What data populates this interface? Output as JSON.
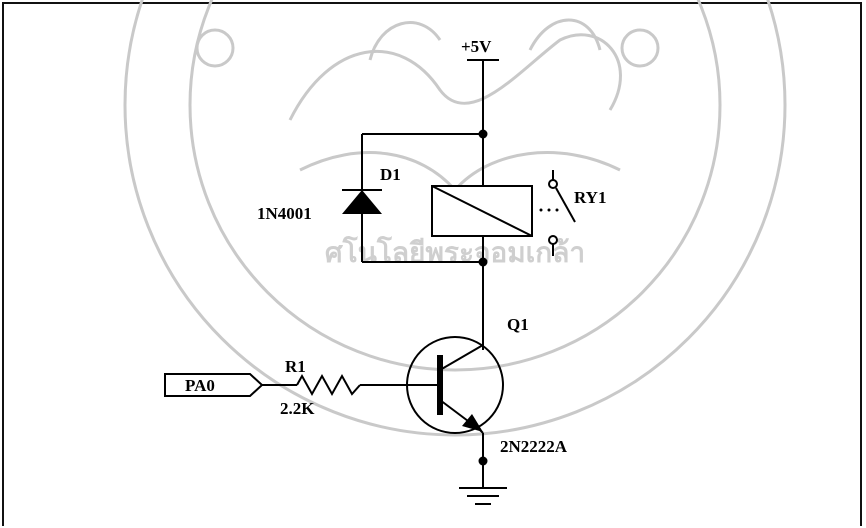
{
  "labels": {
    "supply": "+5V",
    "diode_ref": "D1",
    "diode_part": "1N4001",
    "relay_ref": "RY1",
    "transistor_ref": "Q1",
    "transistor_part": "2N2222A",
    "resistor_ref": "R1",
    "resistor_value": "2.2K",
    "input_port": "PA0"
  },
  "watermark": {
    "text": "ศโนโลยีพระจอมเกล้า",
    "color": "#c9c9c9"
  },
  "colors": {
    "ink": "#000000",
    "background": "#ffffff"
  }
}
